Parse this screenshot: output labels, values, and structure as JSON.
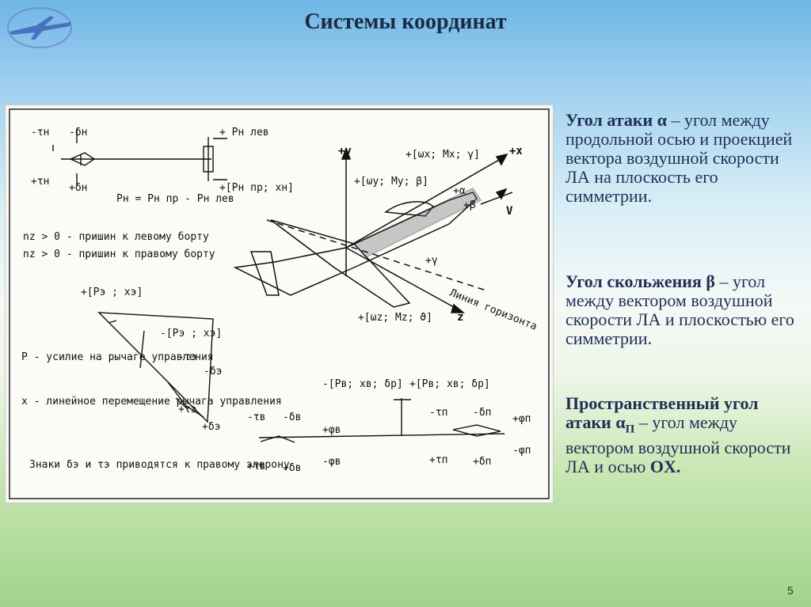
{
  "slide": {
    "title": "Системы координат",
    "page_number": "5"
  },
  "text": {
    "p1_term": "Угол атаки",
    "p1_symbol": "α",
    "p1_rest": " – угол между продольной осью и проекцией вектора воздушной скорости ЛА на плоскость его симметрии.",
    "p2_term": "Угол скольжения",
    "p2_symbol": "β",
    "p2_rest": " – угол между вектором воздушной скорости ЛА и плоскостью его симметрии.",
    "p3_term": "Пространственный угол атаки",
    "p3_symbol": "α",
    "p3_sub": "П",
    "p3_rest": " – угол между вектором воздушной скорости ЛА и осью",
    "p3_axis": "OX."
  },
  "figure_labels": {
    "rudder_top_left": "-τн",
    "rudder_top_mid": "-δн",
    "rudder_bottom_left": "+τн",
    "rudder_bottom_mid": "+δн",
    "pedal_left": "+ Рн лев",
    "pedal_right": "+[Рн пр; xн]",
    "pedal_formula": "Рн = Рн пр - Рн лев",
    "nz_pos_left": "nz > 0 - пришин к левому борту",
    "nz_pos_right": "nz > 0 - пришин к правому борту",
    "aileron_top": "+[Рэ ; xэ]",
    "aileron_minus": "-[Рэ ; xэ]",
    "tau_e_minus": "-τэ",
    "tau_e_plus": "+τэ",
    "delta_e_minus": "-δэ",
    "delta_e_plus": "+δэ",
    "p_note": "Р - усилие на рычаге управления",
    "x_note": "x - линейное перемещение рычага управления",
    "sign_note": "Знаки δэ и τэ приводятся к правому элерону",
    "axis_y": "+y",
    "axis_x": "+x",
    "axis_z": "z",
    "omega_x": "+[ωx; Mx; γ]",
    "omega_y": "+[ωy; My; β]",
    "omega_z": "+[ωz; Mz; ϑ]",
    "alpha_label": "+α",
    "beta_label": "+β",
    "v_label": "V",
    "gamma_label": "+γ",
    "horizon": "Линия горизонта",
    "elev_left": "-[Рв; xв; δр]",
    "elev_right": "+[Рв; xв; δр]",
    "tau_v_minus": "-τв",
    "tau_v_plus": "+τв",
    "delta_v_minus": "-δв",
    "delta_v_plus": "+δв",
    "phi_v_plus": "+φв",
    "phi_v_minus": "-φв",
    "tau_p_minus": "-τп",
    "tau_p_plus": "+τп",
    "delta_p_minus": "-δп",
    "delta_p_plus": "+δп",
    "phi_p_plus": "+φп",
    "phi_p_minus": "-φп"
  },
  "icons": [
    "airplane-logo-icon"
  ]
}
